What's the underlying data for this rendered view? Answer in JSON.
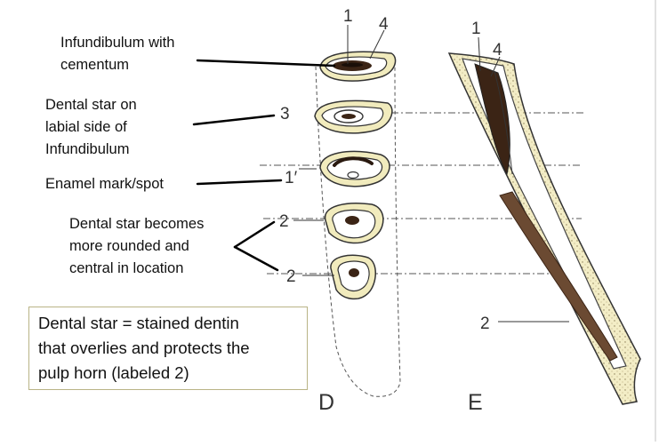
{
  "annotations": {
    "infundibulum": "Infundibulum with\ncementum",
    "dental_star_labial": "Dental star on\nlabial side of\nInfundibulum",
    "enamel_mark": "Enamel mark/spot",
    "dental_star_rounded": "Dental star becomes\nmore rounded and\ncentral in location"
  },
  "note": "Dental star = stained dentin\nthat overlies and protects the\npulp horn (labeled 2)",
  "figure_d": {
    "panel_label": "D",
    "labels": {
      "n1": "1",
      "n4": "4",
      "n3": "3",
      "n1prime": "1′",
      "n2a": "2",
      "n2b": "2"
    }
  },
  "figure_e": {
    "panel_label": "E",
    "labels": {
      "n1": "1",
      "n4": "4",
      "n2": "2"
    }
  },
  "colors": {
    "cementum": "#f1ebbd",
    "enamel": "#ffffff",
    "dentin_stain": "#3b2415",
    "tooth_stipple": "#e8dfae",
    "leader": "#000000",
    "box_border": "#b9b486"
  }
}
